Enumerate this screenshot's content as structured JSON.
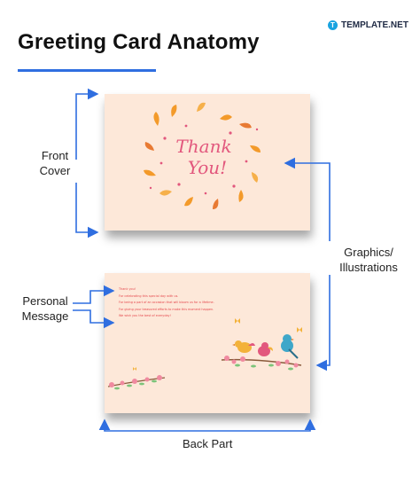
{
  "title": "Greeting Card Anatomy",
  "brand": {
    "mark": "T",
    "name": "TEMPLATE.NET"
  },
  "labels": {
    "front_line1": "Front",
    "front_line2": "Cover",
    "graphics_line1": "Graphics/",
    "graphics_line2": "Illustrations",
    "personal_line1": "Personal",
    "personal_line2": "Message",
    "back": "Back Part"
  },
  "front_card": {
    "line1": "Thank",
    "line2": "You!"
  },
  "back_card": {
    "message_lines": [
      "Thank you!",
      "For celebrating this special day with us.",
      "For being a part of an occasion that will bloom us for a lifetime.",
      "For giving your treasured efforts to make this moment happen.",
      "We wish you the best of everyday!"
    ]
  },
  "colors": {
    "accent": "#2f6ee0",
    "card": "#fde8d9",
    "petal_orange": "#f39a2a",
    "thank_you_pink": "#e2577d",
    "message_red": "#e5484d"
  }
}
